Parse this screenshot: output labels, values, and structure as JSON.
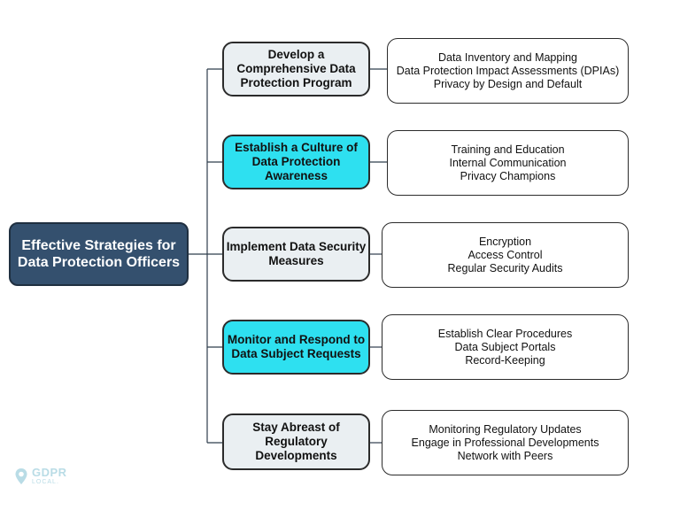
{
  "root": {
    "label": "Effective Strategies for Data Protection Officers"
  },
  "colors": {
    "root": "#34506e",
    "highlight": "#2ee0f0",
    "neutral": "#eaeff2",
    "line": "#2f3d4c"
  },
  "branches": [
    {
      "label": "Develop a Comprehensive Data Protection Program",
      "style": "grey",
      "items": [
        "Data Inventory and Mapping",
        "Data Protection Impact Assessments (DPIAs)",
        "Privacy by Design and Default"
      ]
    },
    {
      "label": "Establish a Culture of Data Protection Awareness",
      "style": "cyan",
      "items": [
        "Training and Education",
        "Internal Communication",
        "Privacy Champions"
      ]
    },
    {
      "label": "Implement Data Security Measures",
      "style": "grey",
      "items": [
        "Encryption",
        "Access Control",
        "Regular Security Audits"
      ]
    },
    {
      "label": "Monitor and Respond to Data Subject Requests",
      "style": "cyan",
      "items": [
        "Establish Clear Procedures",
        "Data Subject Portals",
        "Record-Keeping"
      ]
    },
    {
      "label": "Stay Abreast of Regulatory Developments",
      "style": "grey",
      "items": [
        "Monitoring Regulatory Updates",
        "Engage in Professional Developments",
        "Network with Peers"
      ]
    }
  ],
  "logo": {
    "main": "GDPR",
    "sub": "LOCAL.",
    "icon": "location-pin-icon"
  }
}
